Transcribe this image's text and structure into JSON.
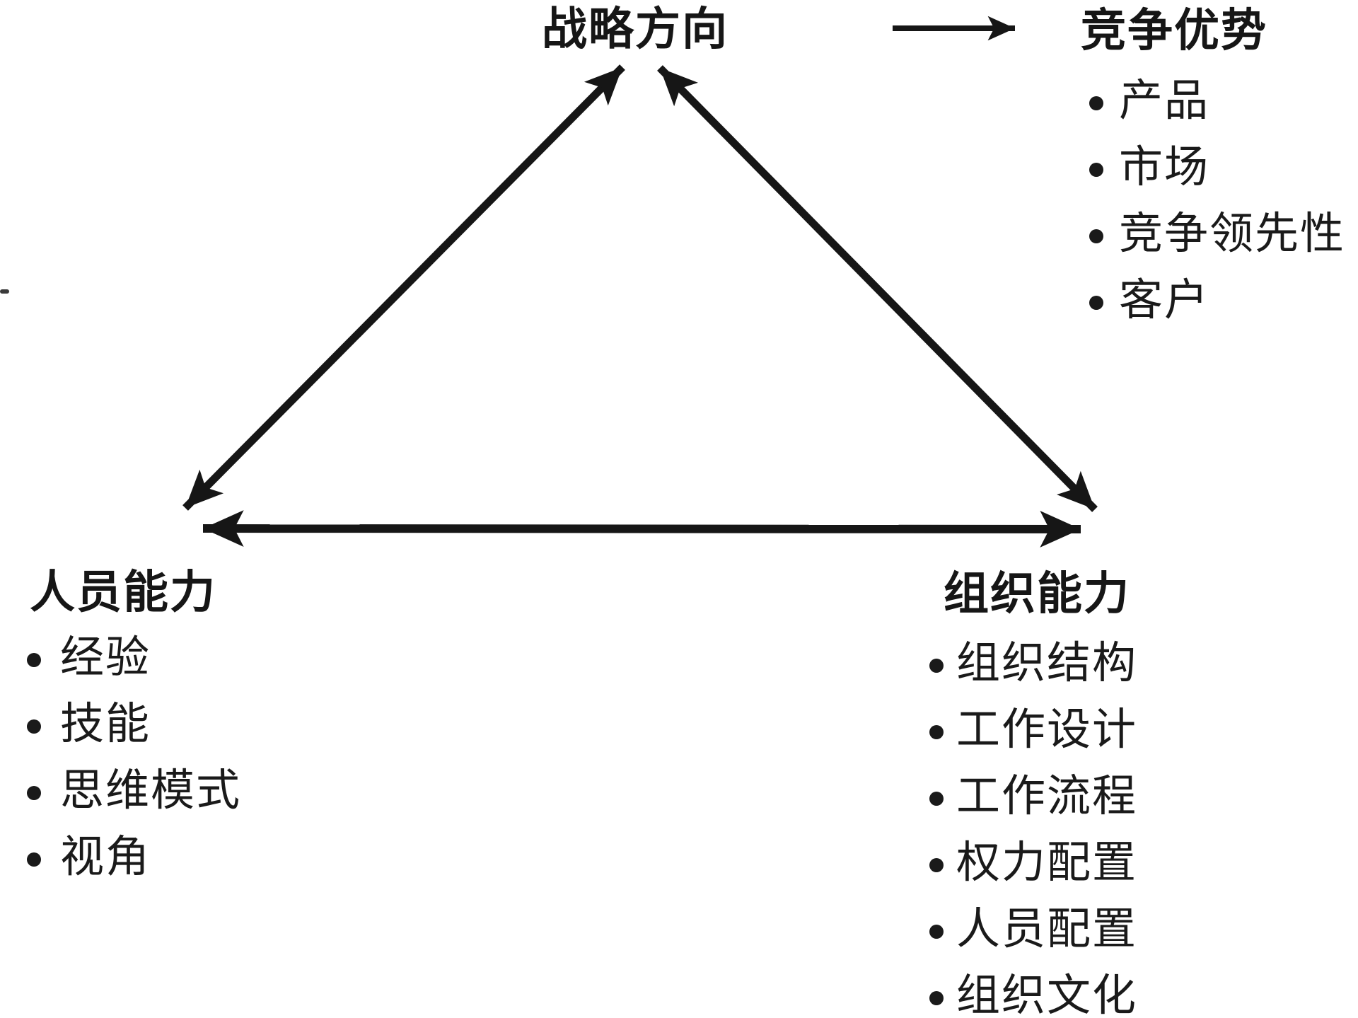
{
  "colors": {
    "ink": "#161616",
    "background": "#ffffff"
  },
  "nodes": {
    "strategy": {
      "label": "战略方向"
    },
    "advantage": {
      "label": "竞争优势",
      "items": [
        "产品",
        "市场",
        "竞争领先性",
        "客户"
      ]
    },
    "people": {
      "label": "人员能力",
      "items": [
        "经验",
        "技能",
        "思维模式",
        "视角"
      ]
    },
    "organization": {
      "label": "组织能力",
      "items": [
        "组织结构",
        "工作设计",
        "工作流程",
        "权力配置",
        "人员配置",
        "组织文化"
      ]
    }
  }
}
